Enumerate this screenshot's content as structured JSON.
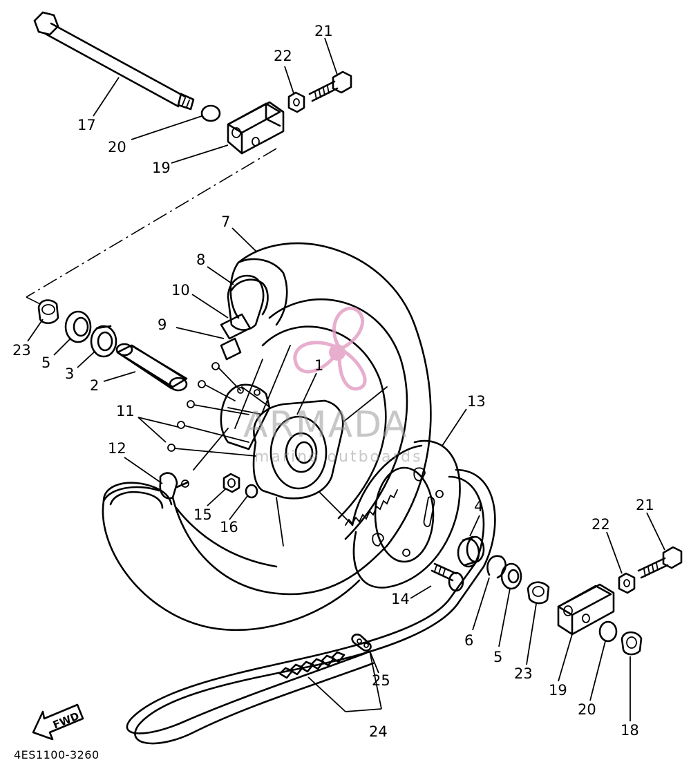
{
  "diagram_code": "4ES1100-3260",
  "fwd_label": "FWD",
  "watermark": {
    "brand": "ARMADA",
    "tagline": "marine outboards",
    "logo_color": "#e39ac3"
  },
  "callouts": [
    {
      "id": "17",
      "label": "17"
    },
    {
      "id": "20a",
      "label": "20"
    },
    {
      "id": "19a",
      "label": "19"
    },
    {
      "id": "22a",
      "label": "22"
    },
    {
      "id": "21a",
      "label": "21"
    },
    {
      "id": "7",
      "label": "7"
    },
    {
      "id": "8",
      "label": "8"
    },
    {
      "id": "10",
      "label": "10"
    },
    {
      "id": "9",
      "label": "9"
    },
    {
      "id": "23a",
      "label": "23"
    },
    {
      "id": "5a",
      "label": "5"
    },
    {
      "id": "3",
      "label": "3"
    },
    {
      "id": "2",
      "label": "2"
    },
    {
      "id": "1",
      "label": "1"
    },
    {
      "id": "11",
      "label": "11"
    },
    {
      "id": "12",
      "label": "12"
    },
    {
      "id": "15",
      "label": "15"
    },
    {
      "id": "16",
      "label": "16"
    },
    {
      "id": "13",
      "label": "13"
    },
    {
      "id": "4",
      "label": "4"
    },
    {
      "id": "14",
      "label": "14"
    },
    {
      "id": "6",
      "label": "6"
    },
    {
      "id": "5b",
      "label": "5"
    },
    {
      "id": "23b",
      "label": "23"
    },
    {
      "id": "22b",
      "label": "22"
    },
    {
      "id": "21b",
      "label": "21"
    },
    {
      "id": "19b",
      "label": "19"
    },
    {
      "id": "20b",
      "label": "20"
    },
    {
      "id": "18",
      "label": "18"
    },
    {
      "id": "25",
      "label": "25"
    },
    {
      "id": "24",
      "label": "24"
    }
  ]
}
